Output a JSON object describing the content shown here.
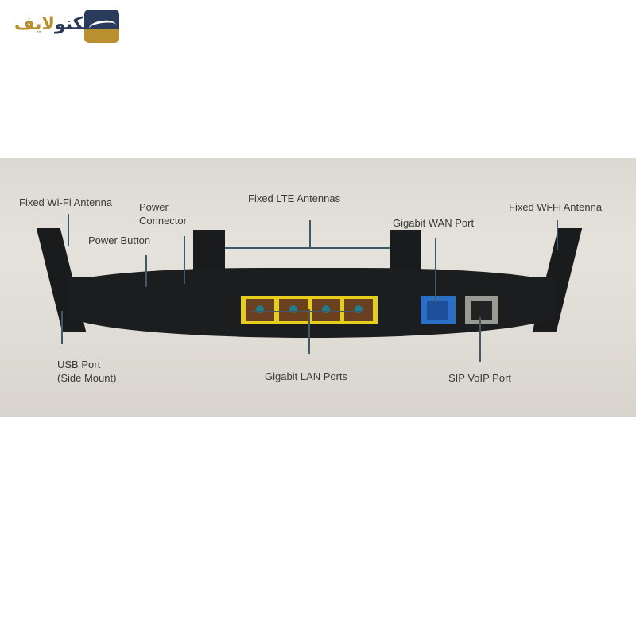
{
  "logo": {
    "text_dark": "تکنو",
    "text_gold": "لایف"
  },
  "photo": {
    "labels": {
      "wifi_antenna_left": "Fixed Wi-Fi Antenna",
      "power_connector_line1": "Power",
      "power_connector_line2": "Connector",
      "power_button": "Power Button",
      "lte_antennas": "Fixed LTE Antennas",
      "wan_port": "Gigabit WAN Port",
      "wifi_antenna_right": "Fixed Wi-Fi Antenna",
      "usb_port_line1": "USB Port",
      "usb_port_line2": "(Side Mount)",
      "lan_ports": "Gigabit LAN Ports",
      "sip_voip_port": "SIP VoIP Port"
    },
    "colors": {
      "lan": "#e6cf1a",
      "wan": "#2a6fc5",
      "sip": "#9a9a94",
      "callout_line": "#3f5966"
    }
  }
}
